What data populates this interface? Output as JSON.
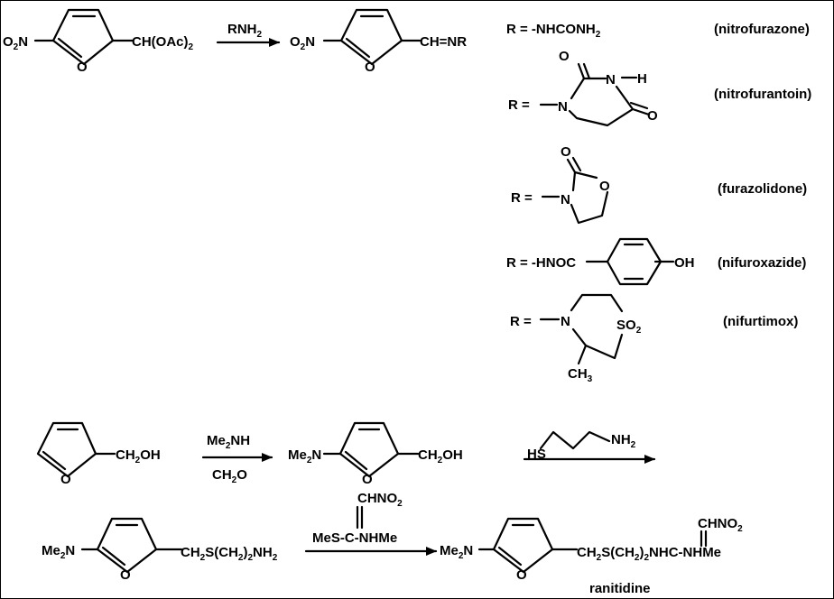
{
  "scheme1": {
    "substituent_o2n": "O",
    "substituent_o2n_sub": "2",
    "substituent_o2n_n": "N",
    "ring_o": "O",
    "start_group": "CH(OAc)",
    "start_group_sub": "2",
    "reagent": "RNH",
    "reagent_sub": "2",
    "product_group": "CH=NR"
  },
  "r_groups": [
    {
      "label": "R = -NHCONH",
      "label_sub": "2",
      "name": "(nitrofurazone)"
    },
    {
      "label": "R =",
      "name": "(nitrofurantoin)",
      "atoms": [
        "O",
        "N",
        "H",
        "N",
        "O"
      ]
    },
    {
      "label": "R =",
      "name": "(furazolidone)",
      "atoms": [
        "O",
        "N",
        "O"
      ]
    },
    {
      "label": "R = -HNOC",
      "tail": "OH",
      "name": "(nifuroxazide)"
    },
    {
      "label": "R =",
      "name": "(nifurtimox)",
      "atoms": [
        "N",
        "SO",
        "2",
        "CH",
        "3"
      ]
    }
  ],
  "scheme2": {
    "step1_start_group": "CH",
    "step1_start_group_sub": "2",
    "step1_start_group_tail": "OH",
    "step1_reagent_a": "Me",
    "step1_reagent_a_sub": "2",
    "step1_reagent_a_tail": "NH",
    "step1_reagent_b": "CH",
    "step1_reagent_b_sub": "2",
    "step1_reagent_b_tail": "O",
    "intermediate_left": "Me",
    "intermediate_left_sub": "2",
    "intermediate_left_tail": "N",
    "step2_reagent_s": "HS",
    "step2_reagent_n": "NH",
    "step2_reagent_n_sub": "2",
    "amine_chain": "CH",
    "amine_chain_sub": "2",
    "amine_chain_mid": "S(CH",
    "amine_chain_sub2": "2",
    "amine_chain_mid2": ")",
    "amine_chain_sub3": "2",
    "amine_chain_tail": "NH",
    "amine_chain_sub4": "2",
    "step3_reagent_top": "CHNO",
    "step3_reagent_top_sub": "2",
    "step3_reagent_bottom": "MeS-C-NHMe",
    "product_chain": "CH",
    "product_chain_sub": "2",
    "product_chain_mid": "S(CH",
    "product_chain_sub2": "2",
    "product_chain_mid2": ")",
    "product_chain_sub3": "2",
    "product_chain_tail": "NHC-NHMe",
    "product_top": "CHNO",
    "product_top_sub": "2",
    "product_name": "ranitidine"
  }
}
